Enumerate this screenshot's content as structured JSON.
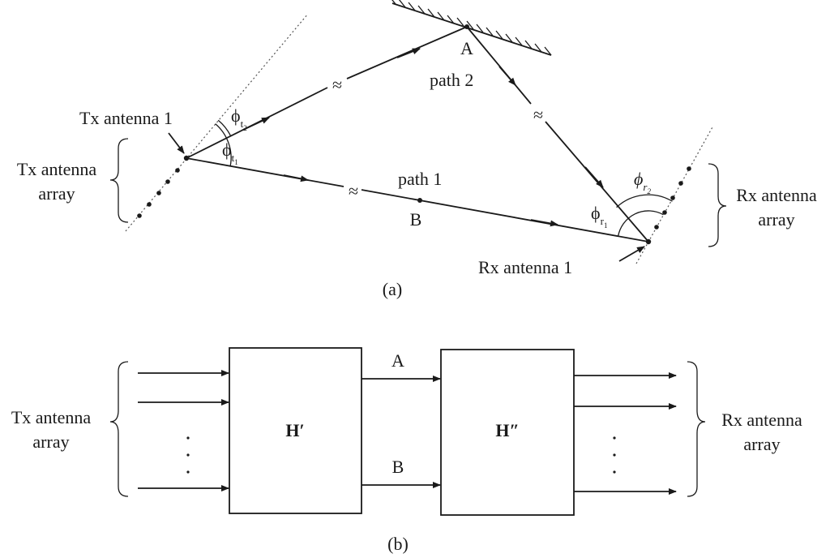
{
  "part_a": {
    "tx_antenna_1": "Tx antenna 1",
    "tx_array_line1": "Tx antenna",
    "tx_array_line2": "array",
    "rx_array_line1": "Rx antenna",
    "rx_array_line2": "array",
    "rx_antenna_1": "Rx antenna 1",
    "point_a": "A",
    "point_b": "B",
    "path_1": "path 1",
    "path_2": "path 2",
    "phi_t2": {
      "symbol": "ϕ",
      "sub": "t",
      "subsub": "2"
    },
    "phi_t1": {
      "symbol": "ϕ",
      "sub": "t",
      "subsub": "1"
    },
    "phi_r2": {
      "symbol": "ϕ",
      "sub": "r",
      "subsub": "2"
    },
    "phi_r1": {
      "symbol": "ϕ",
      "sub": "r",
      "subsub": "1"
    },
    "approx": "≈",
    "caption": "(a)"
  },
  "part_b": {
    "tx_array_line1": "Tx antenna",
    "tx_array_line2": "array",
    "rx_array_line1": "Rx antenna",
    "rx_array_line2": "array",
    "block_1": "H′",
    "block_2": "H″",
    "link_a": "A",
    "link_b": "B",
    "caption": "(b)"
  }
}
